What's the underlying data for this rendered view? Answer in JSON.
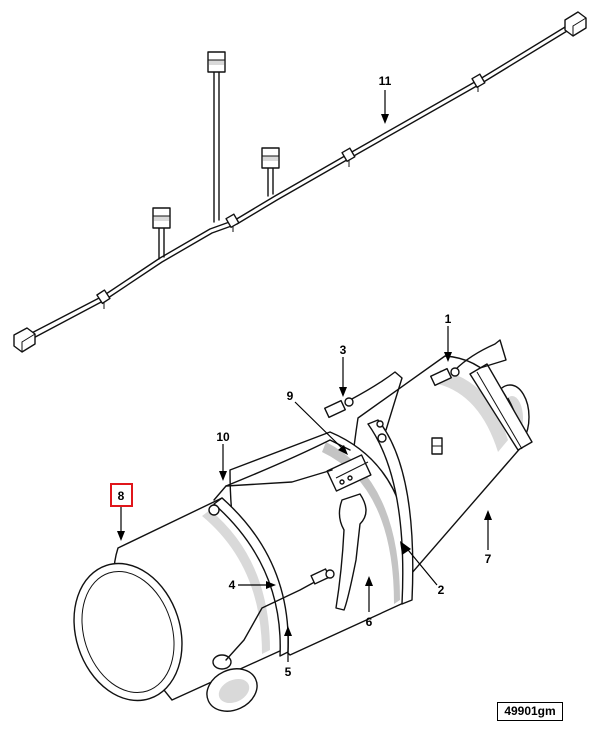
{
  "figure_id": "49901gm",
  "highlighted_callout": "8",
  "highlight_color": "#e0161b",
  "callouts": [
    {
      "id": "callout-1",
      "text": "1"
    },
    {
      "id": "callout-2",
      "text": "2"
    },
    {
      "id": "callout-3",
      "text": "3"
    },
    {
      "id": "callout-4",
      "text": "4"
    },
    {
      "id": "callout-5",
      "text": "5"
    },
    {
      "id": "callout-6",
      "text": "6"
    },
    {
      "id": "callout-7",
      "text": "7"
    },
    {
      "id": "callout-8",
      "text": "8"
    },
    {
      "id": "callout-9",
      "text": "9"
    },
    {
      "id": "callout-10",
      "text": "10"
    },
    {
      "id": "callout-11",
      "text": "11"
    }
  ]
}
